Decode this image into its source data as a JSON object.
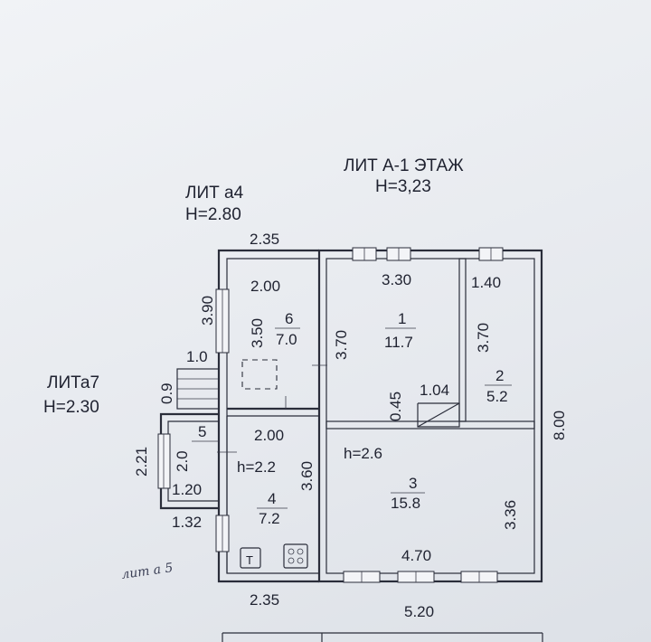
{
  "sections": {
    "lit_a": {
      "title": "ЛИТ А-1 ЭТАЖ",
      "height": "H=3,23"
    },
    "lit_a4": {
      "title": "ЛИТ а4",
      "height": "H=2.80"
    },
    "lit_a7": {
      "title": "ЛИТа7",
      "height": "H=2.30"
    }
  },
  "rooms": [
    {
      "number": "6",
      "area": "7.0"
    },
    {
      "number": "1",
      "area": "11.7"
    },
    {
      "number": "2",
      "area": "5.2"
    },
    {
      "number": "5",
      "area": ""
    },
    {
      "number": "4",
      "area": "7.2"
    },
    {
      "number": "3",
      "area": "15.8"
    }
  ],
  "heights": {
    "room4": "h=2.2",
    "room3": "h=2.6"
  },
  "dimensions": {
    "veranda_top": "2.35",
    "room6_width": "2.00",
    "room1_width": "3.30",
    "room2_width": "1.40",
    "step_width": "1.0",
    "stair_width": "1.04",
    "room4_width": "2.00",
    "room5_width": "1.20",
    "porch_width": "1.32",
    "room3_width": "4.70",
    "veranda_bottom": "2.35",
    "house_bottom": "5.20",
    "veranda_side": "3.90",
    "room6_height": "3.50",
    "room1_height": "3.70",
    "room2_height": "3.70",
    "step_depth": "0.9",
    "stair_depth": "0.45",
    "house_height": "8.00",
    "porch_height": "2.21",
    "room5_height": "2.0",
    "room4_height": "3.60",
    "room3_height": "3.36"
  },
  "notes": {
    "handwritten": "лит а 5"
  }
}
